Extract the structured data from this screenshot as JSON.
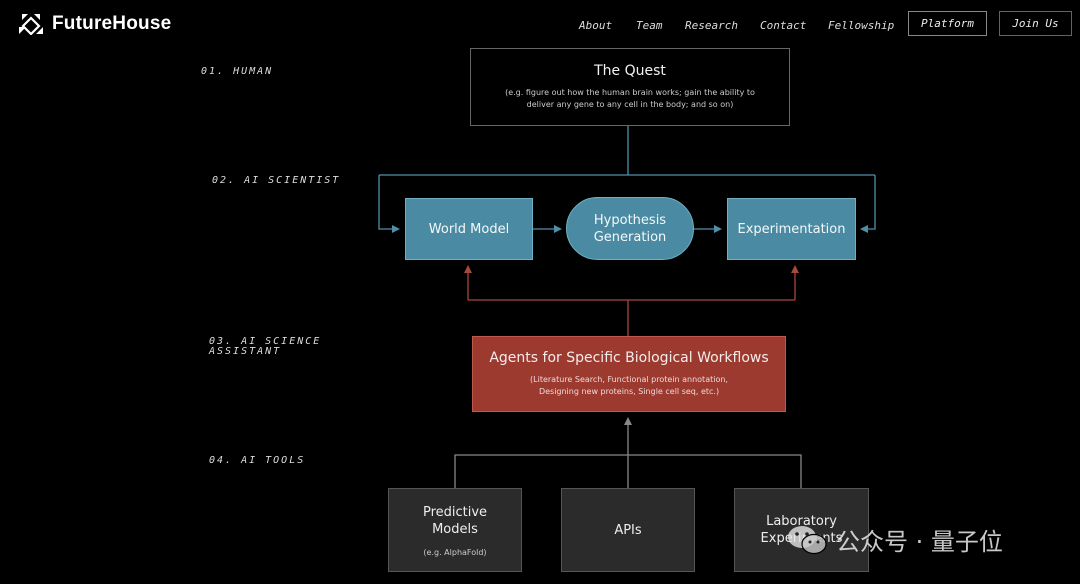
{
  "header": {
    "brand": "FutureHouse",
    "nav": [
      "About",
      "Team",
      "Research",
      "Contact",
      "Fellowship"
    ],
    "platform_button": "Platform",
    "join_button": "Join Us"
  },
  "levels": {
    "human": "01. HUMAN",
    "ai_scientist": "02. AI SCIENTIST",
    "assistant_line1": "03. AI SCIENCE",
    "assistant_line2": "ASSISTANT",
    "tools": "04. AI TOOLS"
  },
  "quest": {
    "title": "The Quest",
    "subtitle": "(e.g. figure out how the human brain works; gain the ability to deliver any gene to any cell in the body; and so on)"
  },
  "ai_scientist": {
    "world_model": "World Model",
    "hypothesis_line1": "Hypothesis",
    "hypothesis_line2": "Generation",
    "experimentation": "Experimentation"
  },
  "agents": {
    "title": "Agents for Specific Biological Workflows",
    "subtitle": "(Literature Search, Functional protein annotation, Designing new proteins, Single cell seq, etc.)"
  },
  "tools": {
    "predictive_line1": "Predictive",
    "predictive_line2": "Models",
    "predictive_sub": "(e.g. AlphaFold)",
    "apis": "APIs",
    "lab_line1": "Laboratory",
    "lab_line2": "Experiments"
  },
  "watermark": {
    "text": "公众号 · 量子位"
  },
  "colors": {
    "blue_box": "#4a8ba3",
    "blue_line": "#4f90a8",
    "red_box": "#9c3a30",
    "red_line": "#a8473c",
    "grey_box": "#2b2b2b"
  }
}
